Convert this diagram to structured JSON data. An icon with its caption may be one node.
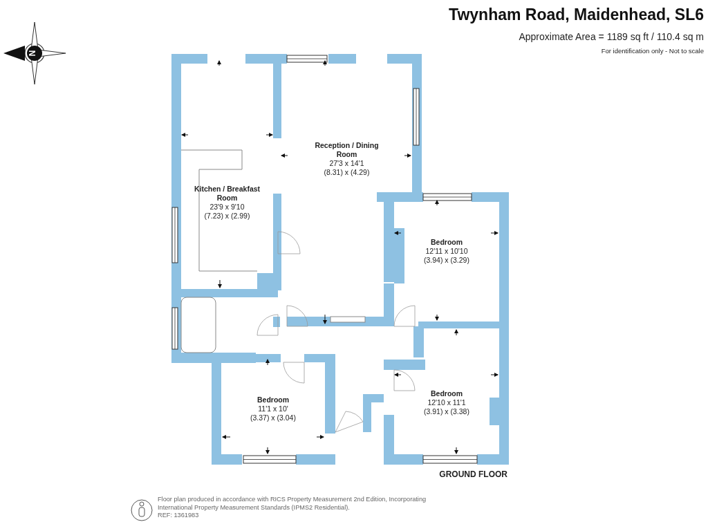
{
  "diagram": {
    "title": "Twynham Road, Maidenhead, SL6",
    "nodes": [
      {
        "text": [
          "Kitchen / Breakfast Room",
          "23'9 x 9'10",
          "(7.23) x (2.99)"
        ]
      },
      {
        "text": [
          "Reception / Dining Room",
          "27'3 x 14'1",
          "(8.31) x (4.29)"
        ]
      },
      {
        "text": [
          "Bedroom",
          "12'11 x 10'10",
          "(3.94) x (3.29)"
        ]
      },
      {
        "text": [
          "Bedroom",
          "11'1 x 10'",
          "(3.37) x (3.04)"
        ]
      },
      {
        "text": [
          "Bedroom",
          "12'10 x 11'1",
          "(3.91) x (3.38)"
        ]
      }
    ],
    "labels": [
      "Approximate Area = 1189 sq ft / 110.4 sq m",
      "For identification only - Not to scale",
      "N",
      "GROUND FLOOR",
      "Floor plan produced in accordance with RICS Property Measurement 2nd Edition, Incorporating International Property Measurement Standards (IPMS2 Residential).",
      "REF: 1361983"
    ]
  }
}
